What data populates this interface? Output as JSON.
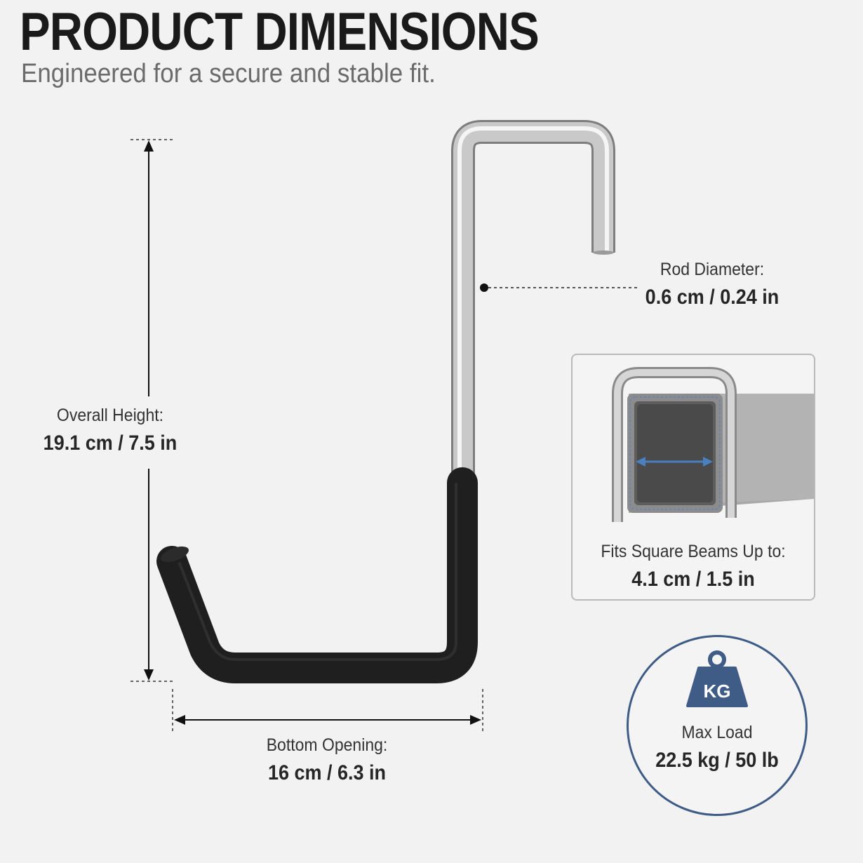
{
  "header": {
    "title": "PRODUCT DIMENSIONS",
    "subtitle": "Engineered for a secure and stable fit."
  },
  "height_dim": {
    "label": "Overall Height:",
    "value": "19.1 cm / 7.5 in"
  },
  "rod_dim": {
    "label": "Rod Diameter:",
    "value": "0.6 cm / 0.24 in"
  },
  "opening_dim": {
    "label": "Bottom Opening:",
    "value": "16 cm / 6.3 in"
  },
  "beam_fit": {
    "label": "Fits Square Beams Up to:",
    "value": "4.1 cm / 1.5 in"
  },
  "max_load": {
    "weight_icon_text": "KG",
    "label": "Max Load",
    "value": "22.5 kg / 50 lb"
  },
  "colors": {
    "background": "#f2f2f2",
    "accent_blue": "#3e5c85",
    "grip_black": "#1f1f1f",
    "steel": "#c8c8c8"
  }
}
